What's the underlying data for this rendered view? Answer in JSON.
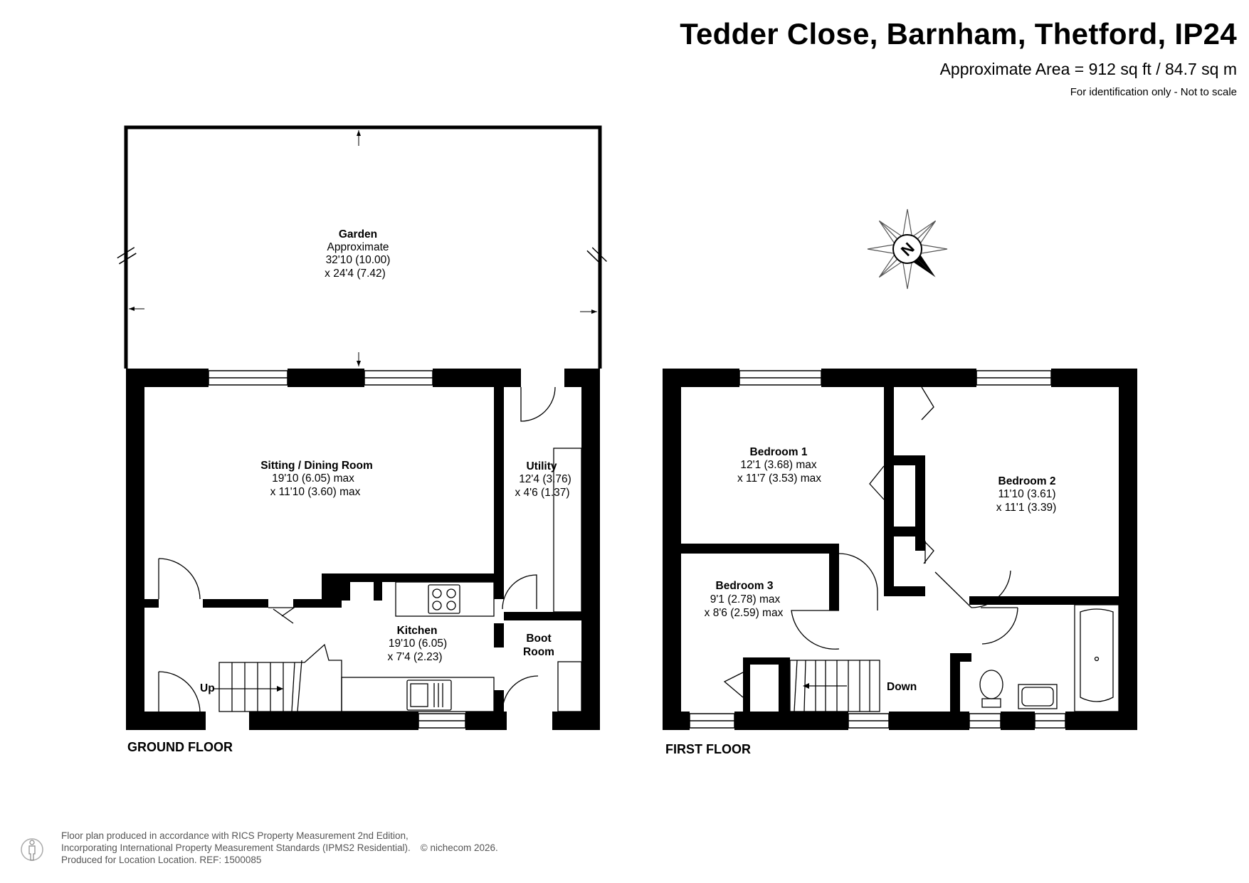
{
  "header": {
    "title": "Tedder Close, Barnham, Thetford, IP24",
    "area": "Approximate Area = 912 sq ft / 84.7 sq m",
    "note": "For identification only - Not to scale"
  },
  "compass": {
    "letter": "N"
  },
  "ground_floor": {
    "label": "GROUND FLOOR",
    "garden": {
      "name": "Garden",
      "line1": "Approximate",
      "line2": "32'10 (10.00)",
      "line3": "x 24'4 (7.42)"
    },
    "sitting": {
      "name": "Sitting / Dining Room",
      "line1": "19'10 (6.05) max",
      "line2": "x 11'10 (3.60) max"
    },
    "utility": {
      "name": "Utility",
      "line1": "12'4 (3.76)",
      "line2": "x 4'6 (1.37)"
    },
    "kitchen": {
      "name": "Kitchen",
      "line1": "19'10 (6.05)",
      "line2": "x 7'4 (2.23)"
    },
    "boot_room": {
      "name1": "Boot",
      "name2": "Room"
    },
    "stairs_label": "Up"
  },
  "first_floor": {
    "label": "FIRST FLOOR",
    "bedroom1": {
      "name": "Bedroom 1",
      "line1": "12'1 (3.68) max",
      "line2": "x 11'7 (3.53) max"
    },
    "bedroom2": {
      "name": "Bedroom 2",
      "line1": "11'10 (3.61)",
      "line2": "x 11'1 (3.39)"
    },
    "bedroom3": {
      "name": "Bedroom 3",
      "line1": "9'1 (2.78) max",
      "line2": "x 8'6 (2.59) max"
    },
    "stairs_label": "Down"
  },
  "footer": {
    "line1": "Floor plan produced in accordance with RICS Property Measurement 2nd Edition,",
    "line2": "Incorporating International Property Measurement Standards (IPMS2 Residential).",
    "copyright": "© nichecom 2026.",
    "line3": "Produced for Location Location.   REF: 1500085"
  },
  "colors": {
    "wall": "#000000",
    "footer_text": "#555555",
    "background": "#ffffff"
  }
}
